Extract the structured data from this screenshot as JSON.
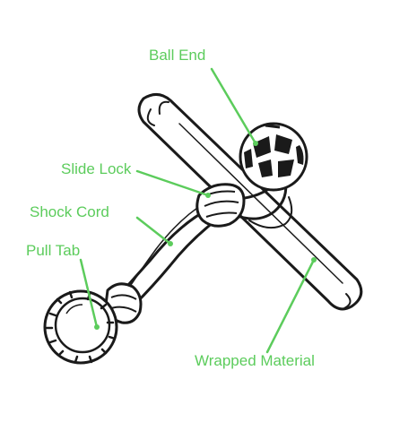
{
  "colors": {
    "label": "#5ccc5c",
    "ink": "#1a1a1a",
    "background": "#ffffff"
  },
  "labels": {
    "ball_end": "Ball End",
    "slide_lock": "Slide Lock",
    "shock_cord": "Shock Cord",
    "pull_tab": "Pull Tab",
    "wrapped_material": "Wrapped Material"
  }
}
